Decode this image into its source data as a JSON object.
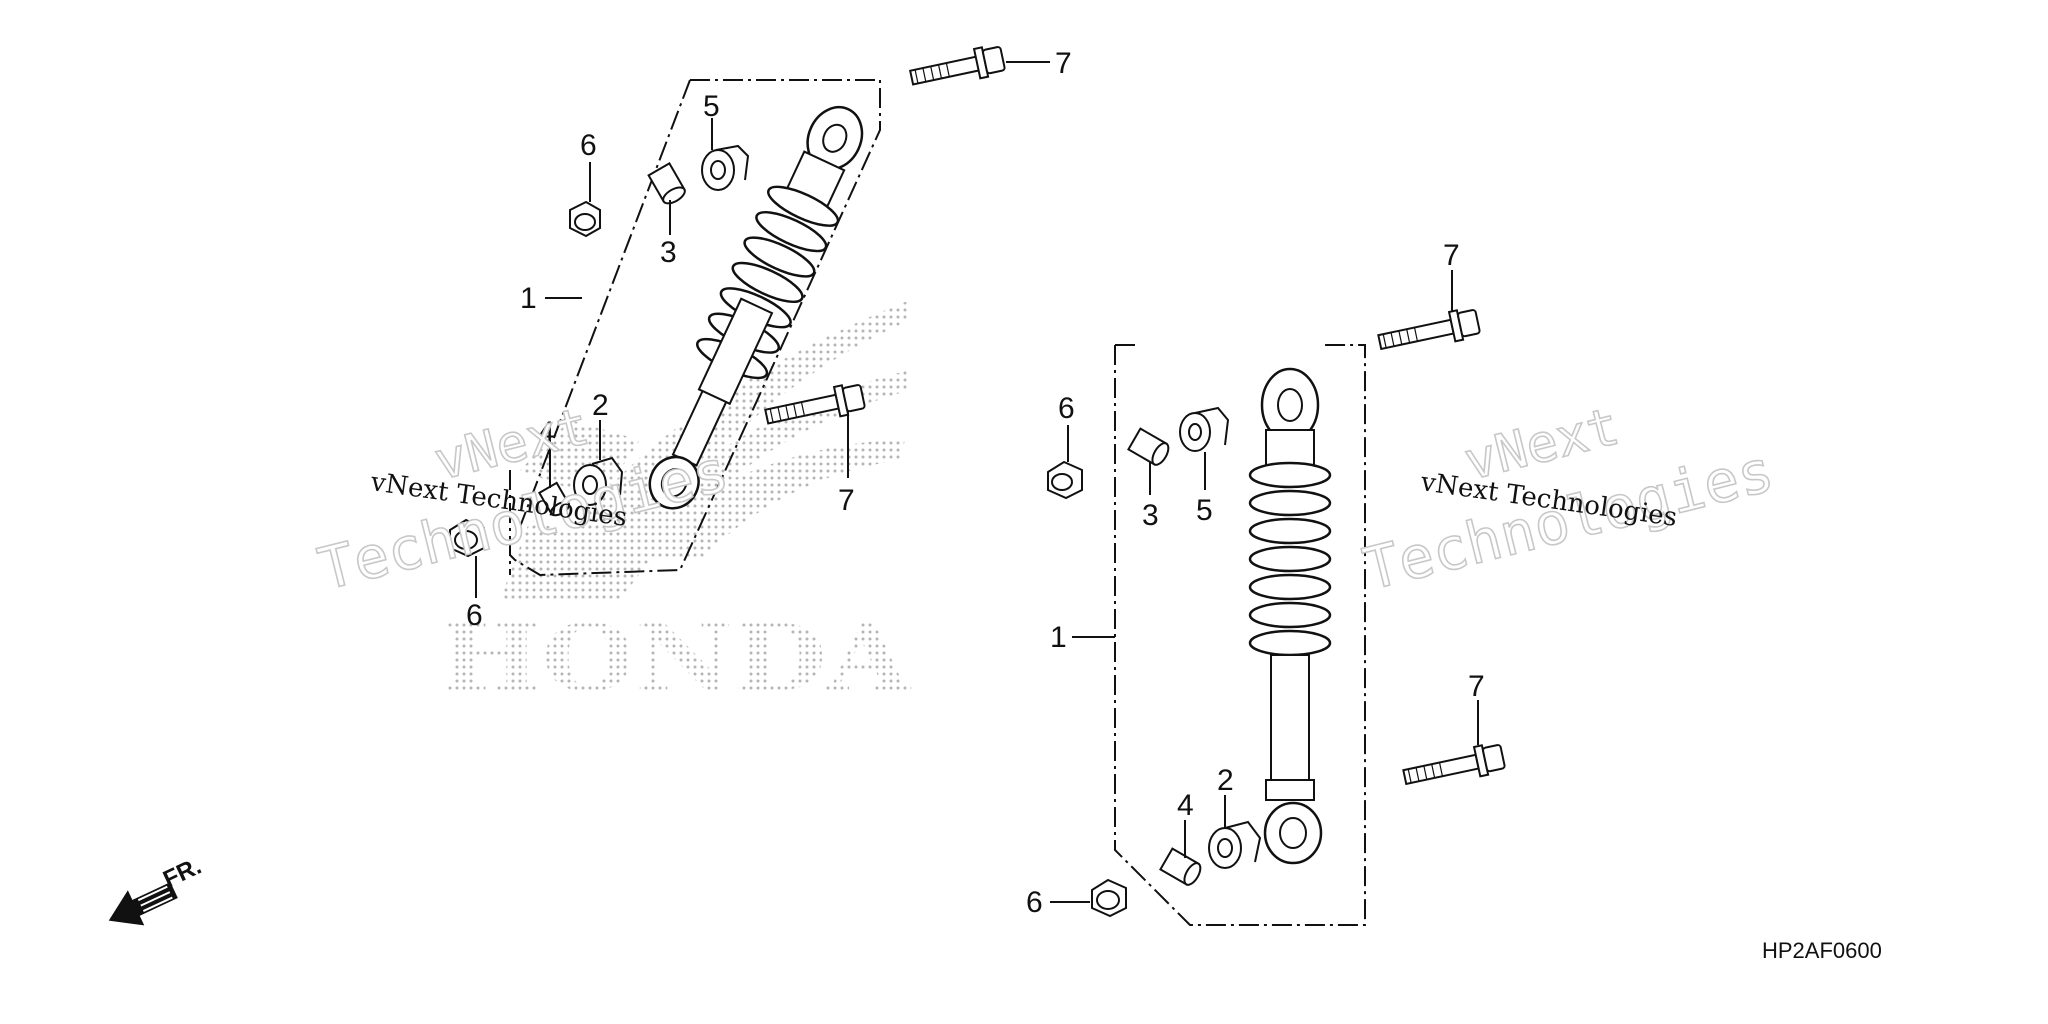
{
  "diagram_code": "HP2AF0600",
  "front_arrow_label": "FR.",
  "logo_text": "HONDA",
  "watermark": {
    "line1": "vNext",
    "line2": "Technologies",
    "plain": "vNext Technologies"
  },
  "left_assembly": {
    "callouts": {
      "c1": "1",
      "c2": "2",
      "c3": "3",
      "c4": "4",
      "c5": "5",
      "c6a": "6",
      "c6b": "6",
      "c7a": "7",
      "c7b": "7"
    }
  },
  "right_assembly": {
    "callouts": {
      "c1": "1",
      "c2": "2",
      "c3": "3",
      "c4": "4",
      "c5": "5",
      "c6a": "6",
      "c6b": "6",
      "c7a": "7",
      "c7b": "7"
    }
  },
  "colors": {
    "line": "#111111",
    "dot": "#b5b5b5",
    "watermark_outline": "#c8c8c8"
  }
}
